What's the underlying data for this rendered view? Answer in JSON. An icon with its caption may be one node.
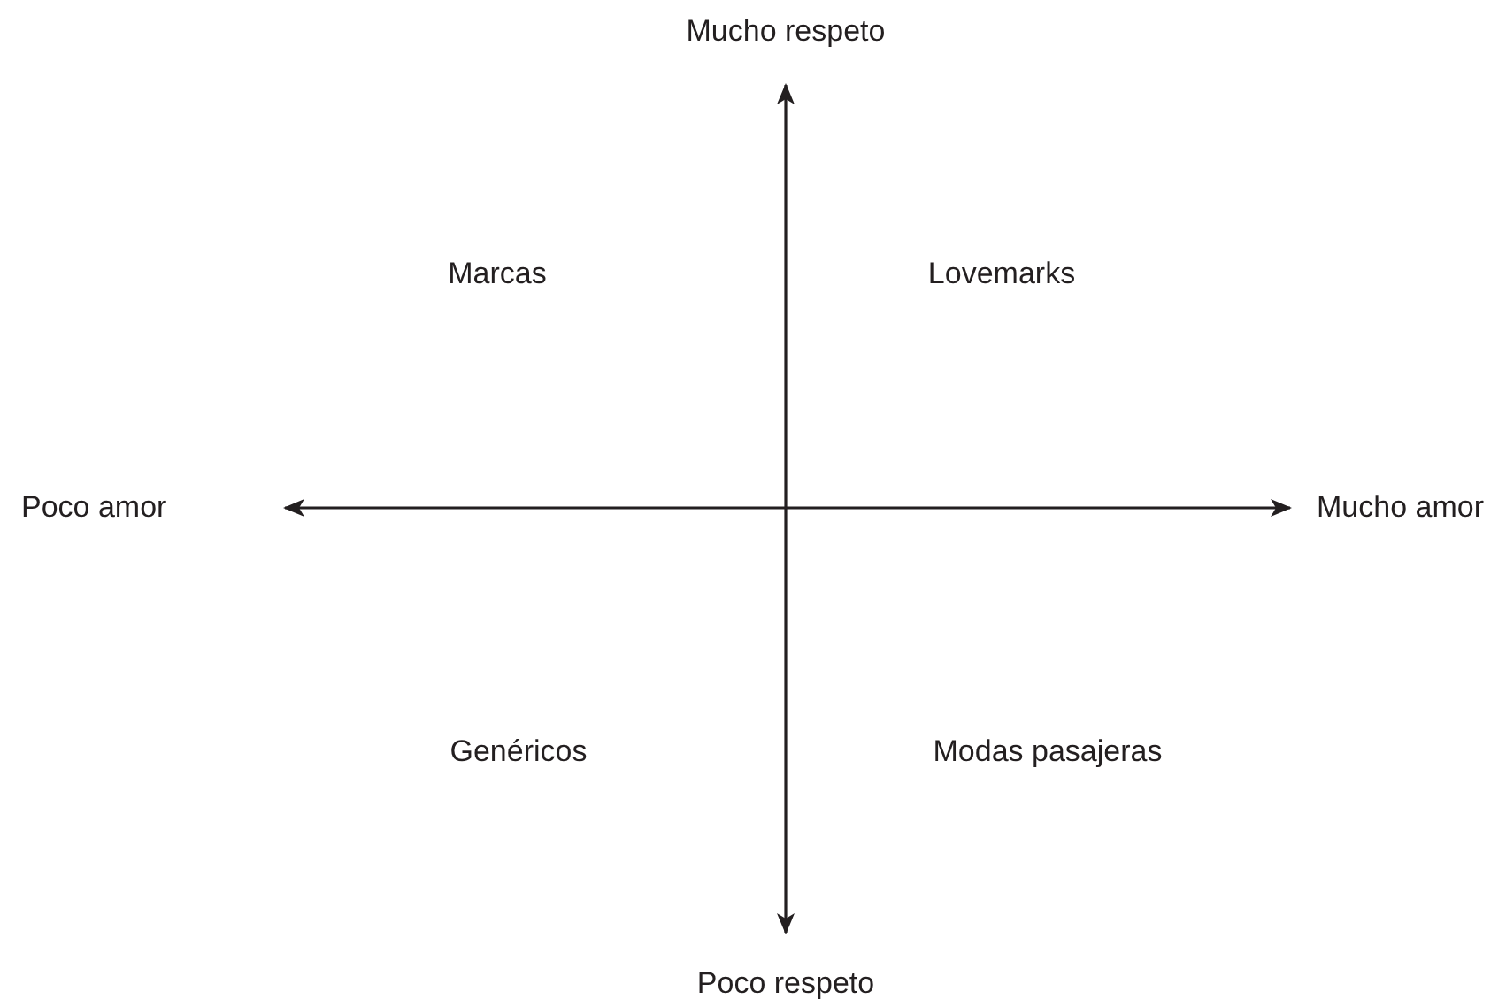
{
  "diagram": {
    "labels": [
      "Mucho respeto",
      "Marcas",
      "Lovemarks",
      "Poco amor",
      "Mucho amor",
      "Genéricos",
      "Modas pasajeras",
      "Poco respeto"
    ]
  }
}
